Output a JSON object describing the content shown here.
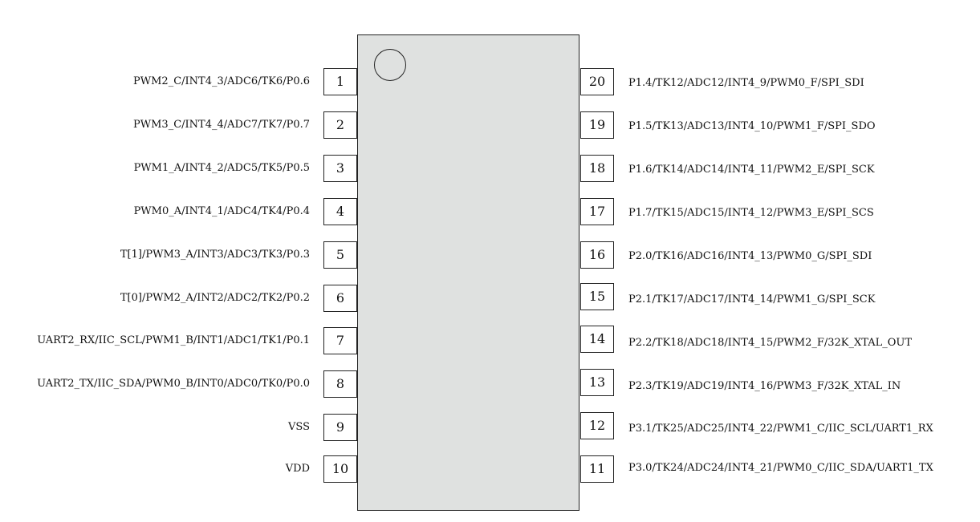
{
  "left_pins": [
    {
      "number": "1",
      "label": "PWM2_C/INT4_3/ADC6/TK6/P0.6"
    },
    {
      "number": "2",
      "label": "PWM3_C/INT4_4/ADC7/TK7/P0.7"
    },
    {
      "number": "3",
      "label": "PWM1_A/INT4_2/ADC5/TK5/P0.5"
    },
    {
      "number": "4",
      "label": "PWM0_A/INT4_1/ADC4/TK4/P0.4"
    },
    {
      "number": "5",
      "label": "T[1]/PWM3_A/INT3/ADC3/TK3/P0.3"
    },
    {
      "number": "6",
      "label": "T[0]/PWM2_A/INT2/ADC2/TK2/P0.2"
    },
    {
      "number": "7",
      "label": "UART2_RX/IIC_SCL/PWM1_B/INT1/ADC1/TK1/P0.1"
    },
    {
      "number": "8",
      "label": "UART2_TX/IIC_SDA/PWM0_B/INT0/ADC0/TK0/P0.0"
    },
    {
      "number": "9",
      "label": "VSS"
    },
    {
      "number": "10",
      "label": "VDD"
    }
  ],
  "right_pins": [
    {
      "number": "20",
      "label": "P1.4/TK12/ADC12/INT4_9/PWM0_F/SPI_SDI"
    },
    {
      "number": "19",
      "label": "P1.5/TK13/ADC13/INT4_10/PWM1_F/SPI_SDO"
    },
    {
      "number": "18",
      "label": "P1.6/TK14/ADC14/INT4_11/PWM2_E/SPI_SCK"
    },
    {
      "number": "17",
      "label": "P1.7/TK15/ADC15/INT4_12/PWM3_E/SPI_SCS"
    },
    {
      "number": "16",
      "label": "P2.0/TK16/ADC16/INT4_13/PWM0_G/SPI_SDI"
    },
    {
      "number": "15",
      "label": "P2.1/TK17/ADC17/INT4_14/PWM1_G/SPI_SCK"
    },
    {
      "number": "14",
      "label": "P2.2/TK18/ADC18/INT4_15/PWM2_F/32K_XTAL_OUT"
    },
    {
      "number": "13",
      "label": "P2.3/TK19/ADC19/INT4_16/PWM3_F/32K_XTAL_IN"
    },
    {
      "number": "12",
      "label": "P3.1/TK25/ADC25/INT4_22/PWM1_C/IIC_SCL/UART1_RX"
    },
    {
      "number": "11",
      "label": "P3.0/TK24/ADC24/INT4_21/PWM0_C/IIC_SDA/UART1_TX"
    }
  ]
}
